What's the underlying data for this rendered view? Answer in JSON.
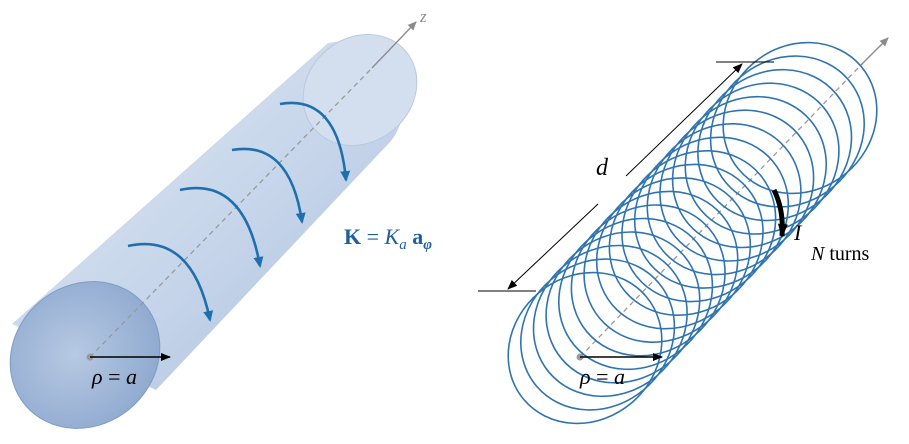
{
  "left": {
    "axis_label": "z",
    "surface_current": {
      "bold": "K",
      "eq": " = ",
      "italic": "K",
      "sub": "a",
      "vec": " a",
      "vec_sub": "φ"
    },
    "radius": {
      "rho": "ρ",
      "eq": " = ",
      "a": "a"
    }
  },
  "right": {
    "length_label": "d",
    "current_label": "I",
    "turns": {
      "n": "N",
      "word": " turns"
    },
    "radius": {
      "rho": "ρ",
      "eq": " = ",
      "a": "a"
    }
  },
  "colors": {
    "cylinder_fill": "#c9d7ea",
    "cylinder_edge": "#8fa7c8",
    "arrow_blue": "#1f6fae",
    "coil_blue": "#2f74b0",
    "label_blue": "#1f5f9e",
    "axis_gray": "#8c8c8c"
  }
}
